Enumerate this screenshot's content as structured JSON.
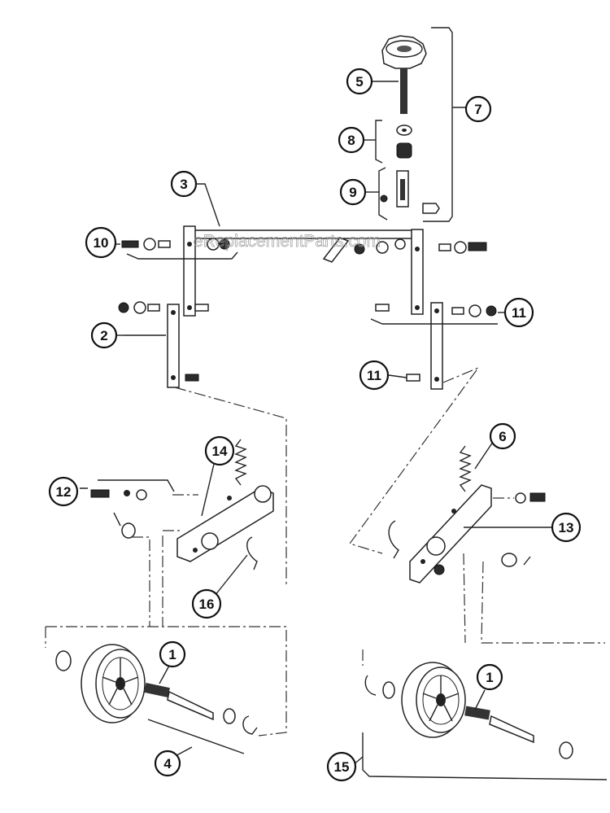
{
  "watermark": "eReplacementParts.com",
  "callouts": [
    {
      "id": "c1a",
      "label": "1"
    },
    {
      "id": "c1b",
      "label": "1"
    },
    {
      "id": "c2",
      "label": "2"
    },
    {
      "id": "c3",
      "label": "3"
    },
    {
      "id": "c4",
      "label": "4"
    },
    {
      "id": "c5",
      "label": "5"
    },
    {
      "id": "c6",
      "label": "6"
    },
    {
      "id": "c7",
      "label": "7"
    },
    {
      "id": "c8",
      "label": "8"
    },
    {
      "id": "c9",
      "label": "9"
    },
    {
      "id": "c10",
      "label": "10"
    },
    {
      "id": "c11a",
      "label": "11"
    },
    {
      "id": "c11b",
      "label": "11"
    },
    {
      "id": "c12",
      "label": "12"
    },
    {
      "id": "c13",
      "label": "13"
    },
    {
      "id": "c14",
      "label": "14"
    },
    {
      "id": "c15",
      "label": "15"
    },
    {
      "id": "c16",
      "label": "16"
    }
  ]
}
